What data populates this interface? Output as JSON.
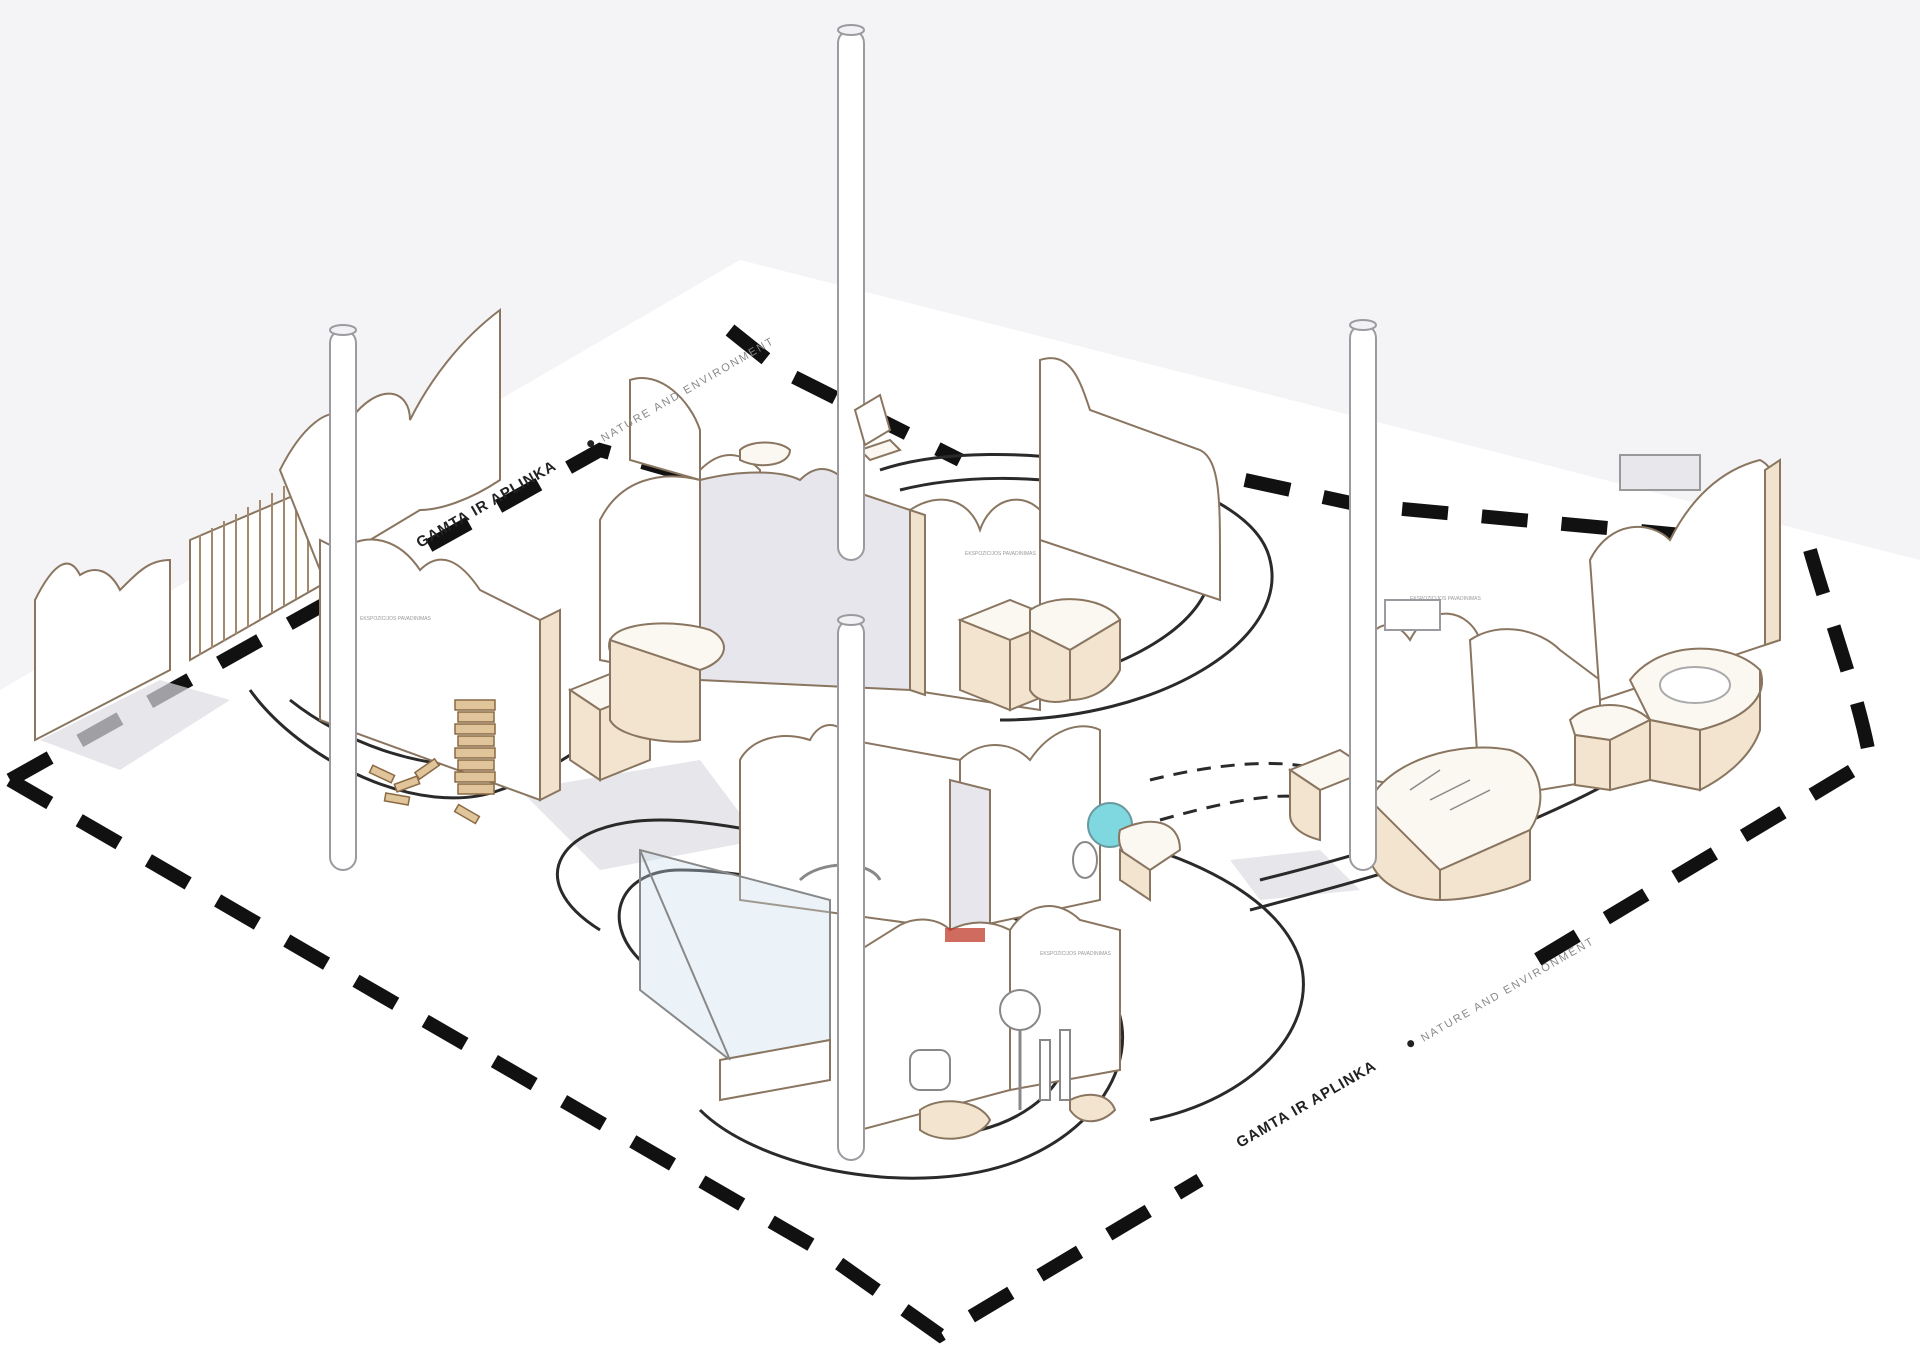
{
  "labels": {
    "top": {
      "title": "GAMTA IR APLINKA",
      "subtitle": "NATURE AND ENVIRONMENT"
    },
    "right": {
      "title": "GAMTA IR APLINKA",
      "subtitle": "NATURE AND ENVIRONMENT"
    }
  },
  "colors": {
    "background": "#f4f4f6",
    "floor": "#ffffff",
    "wall": "#ffffff",
    "wall_edge": "#f0e2cc",
    "pole": "#ffffff",
    "path_line": "#2a2a2a",
    "boundary_dash": "#111111",
    "accent_red": "#c0392b",
    "accent_teal": "#7fd8e0"
  }
}
